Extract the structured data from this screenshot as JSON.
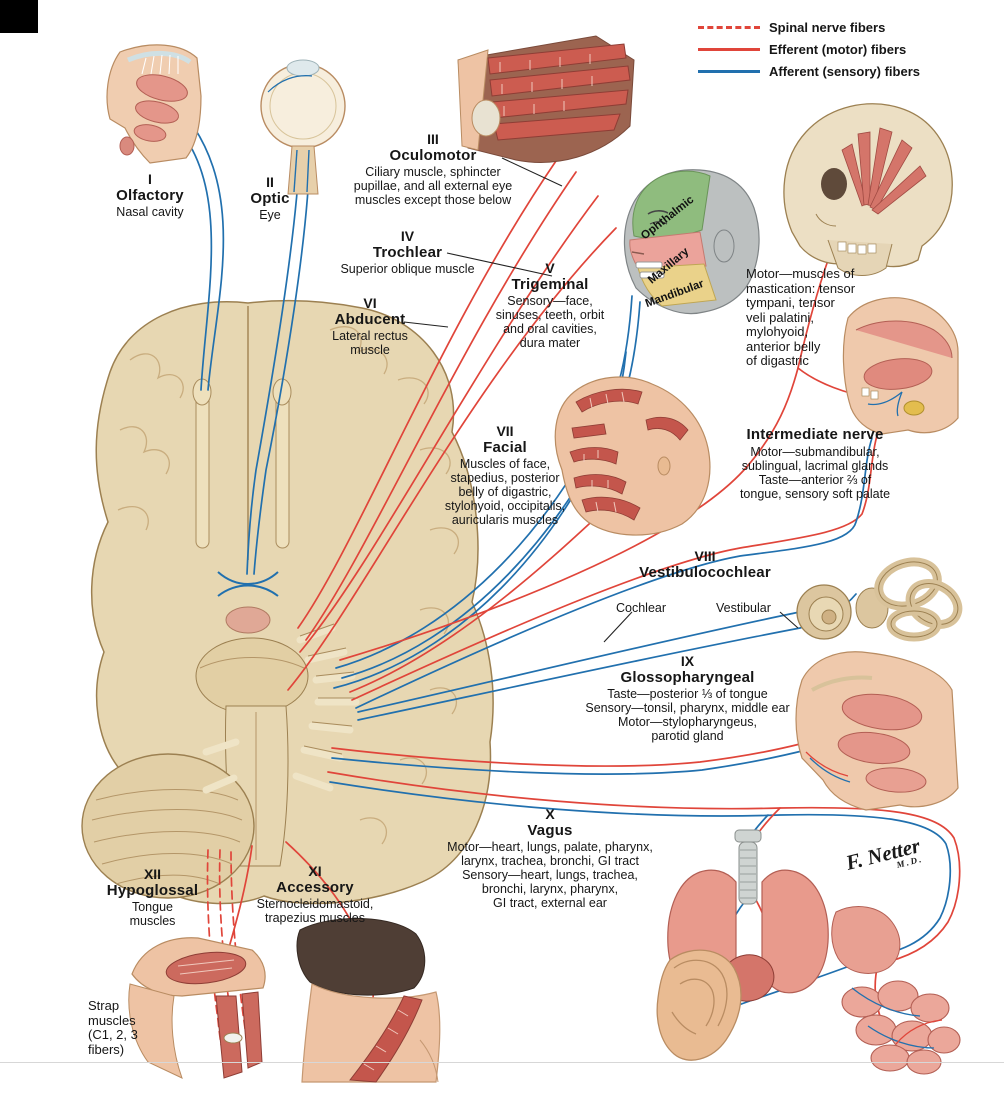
{
  "legend": {
    "items": [
      {
        "label": "Spinal nerve fibers",
        "line_style": "dashed",
        "color": "#e0453a"
      },
      {
        "label": "Efferent (motor) fibers",
        "line_style": "solid",
        "color": "#e0453a"
      },
      {
        "label": "Afferent (sensory) fibers",
        "line_style": "solid",
        "color": "#2170ae"
      }
    ]
  },
  "nerves": {
    "olfactory": {
      "numeral": "I",
      "name": "Olfactory",
      "desc": "Nasal cavity"
    },
    "optic": {
      "numeral": "II",
      "name": "Optic",
      "desc": "Eye"
    },
    "oculomotor": {
      "numeral": "III",
      "name": "Oculomotor",
      "desc": "Ciliary muscle, sphincter\npupillae, and all external eye\nmuscles except those below"
    },
    "trochlear": {
      "numeral": "IV",
      "name": "Trochlear",
      "desc": "Superior oblique muscle"
    },
    "trigeminal": {
      "numeral": "V",
      "name": "Trigeminal",
      "desc": "Sensory—face,\nsinuses, teeth, orbit\nand oral cavities,\ndura mater"
    },
    "abducent": {
      "numeral": "VI",
      "name": "Abducent",
      "desc": "Lateral rectus\nmuscle"
    },
    "facial": {
      "numeral": "VII",
      "name": "Facial",
      "desc": "Muscles of face,\nstapedius, posterior\nbelly of digastric,\nstylohyoid, occipitalis,\nauricularis muscles"
    },
    "vestibulocochlear": {
      "numeral": "VIII",
      "name": "Vestibulocochlear",
      "branch_cochlear": "Cochlear",
      "branch_vestibular": "Vestibular"
    },
    "glossopharyngeal": {
      "numeral": "IX",
      "name": "Glossopharyngeal",
      "desc": "Taste—posterior ⅓ of tongue\nSensory—tonsil, pharynx, middle ear\nMotor—stylopharyngeus,\nparotid gland"
    },
    "vagus": {
      "numeral": "X",
      "name": "Vagus",
      "desc": "Motor—heart, lungs, palate, pharynx,\nlarynx, trachea, bronchi, GI tract\nSensory—heart, lungs, trachea,\nbronchi, larynx, pharynx,\nGI tract, external ear"
    },
    "accessory": {
      "numeral": "XI",
      "name": "Accessory",
      "desc": "Sternocleidomastoid,\ntrapezius muscles"
    },
    "hypoglossal": {
      "numeral": "XII",
      "name": "Hypoglossal",
      "desc": "Tongue\nmuscles"
    }
  },
  "annotations": {
    "mastication": "Motor—muscles of\nmastication: tensor\ntympani, tensor\nveli palatini,\nmylohyoid,\nanterior belly\nof digastric",
    "intermediate_title": "Intermediate nerve",
    "intermediate_desc": "Motor—submandibular,\nsublingual, lacrimal glands\nTaste—anterior ⅔ of\ntongue, sensory soft palate",
    "strap_muscles": "Strap\nmuscles\n(C1, 2, 3\nfibers)",
    "face_zones": {
      "ophthalmic": "Ophthalmic",
      "maxillary": "Maxillary",
      "mandibular": "Mandibular"
    },
    "signature": "F. Netter",
    "signature_degree": "M.D."
  },
  "colors": {
    "efferent_motor": "#e0453a",
    "afferent_sensory": "#2170ae",
    "spinal": "#e0453a",
    "brain": "#e7d7b2",
    "skin": "#eec3a4",
    "muscle_red": "#c4564c",
    "zone_ophthalmic": "#8fbc7e",
    "zone_maxillary": "#eba39b",
    "zone_mandibular": "#ead28a",
    "zone_other": "#bcc0c0"
  }
}
